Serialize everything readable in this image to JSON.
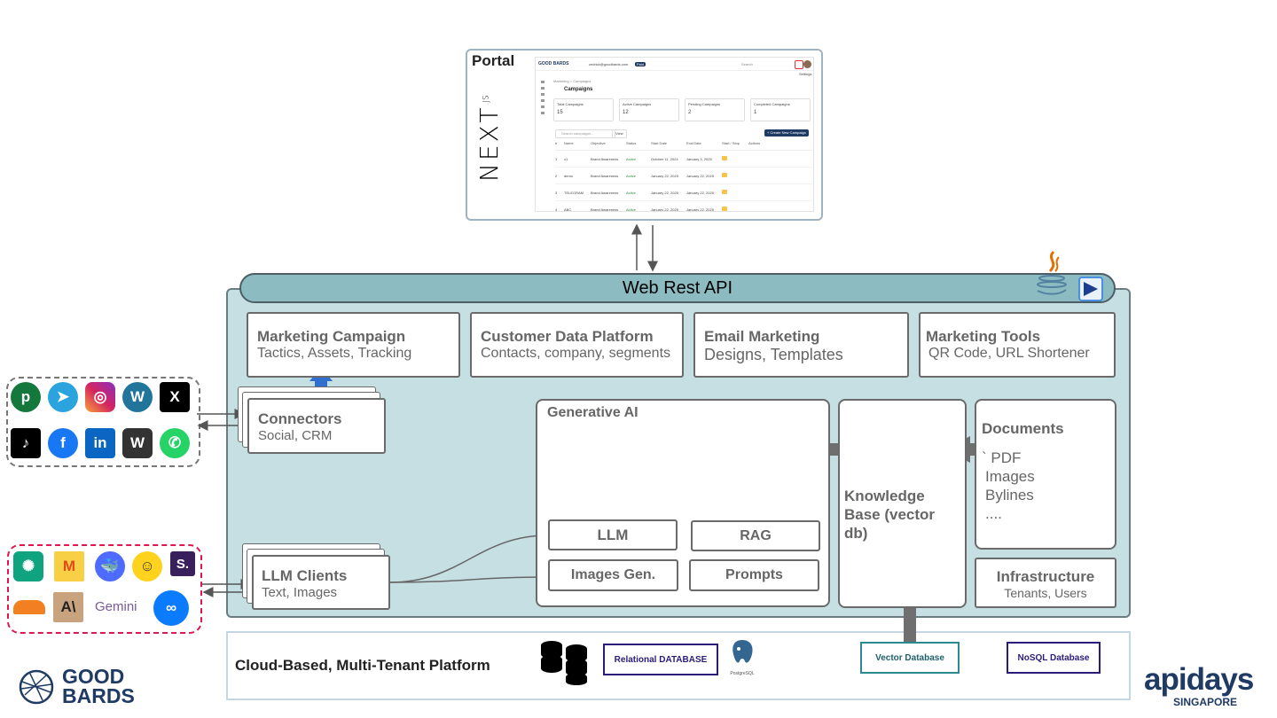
{
  "portal": {
    "title": "Portal",
    "framework": "NEXT",
    "framework_suffix": ".JS",
    "screenshot": {
      "brand": "GOOD BARDS",
      "email": "cedrick@goodbards.com",
      "badge": "Paid",
      "search": "Search",
      "settings": "Settings",
      "breadcrumb": "Marketing  >  Campaigns",
      "page_title": "Campaigns",
      "stats": [
        {
          "label": "Total Campaigns",
          "value": "15"
        },
        {
          "label": "Active Campaigns",
          "value": "12"
        },
        {
          "label": "Pending Campaigns",
          "value": "2"
        },
        {
          "label": "Completed Campaigns",
          "value": "1"
        }
      ],
      "search_placeholder": "Search campaigns...",
      "view_label": "View",
      "create_button": "+ Create New Campaign",
      "columns": [
        "#",
        "Name",
        "Objective",
        "Status",
        "Start Date",
        "End Date",
        "Start / Stop",
        "Actions"
      ],
      "rows": [
        [
          "1",
          "x1",
          "Brand Awareness",
          "Active",
          "October 11, 2024",
          "January 3, 2025"
        ],
        [
          "2",
          "demo",
          "Brand Awareness",
          "Active",
          "January 22, 2025",
          "January 22, 2025"
        ],
        [
          "3",
          "TELEGRAM",
          "Brand Awareness",
          "Active",
          "January 22, 2025",
          "January 22, 2025"
        ],
        [
          "4",
          "ABC",
          "Brand Awareness",
          "Active",
          "January 22, 2025",
          "January 22, 2025"
        ]
      ]
    }
  },
  "api": {
    "label": "Web Rest API"
  },
  "modules": [
    {
      "title": "Marketing Campaign",
      "subtitle": "Tactics, Assets, Tracking"
    },
    {
      "title": "Customer Data Platform",
      "subtitle": "Contacts, company, segments"
    },
    {
      "title": "Email Marketing",
      "subtitle": "Designs, Templates"
    },
    {
      "title": "Marketing Tools",
      "subtitle": "QR Code, URL Shortener"
    }
  ],
  "connectors": {
    "title": "Connectors",
    "subtitle": "Social, CRM"
  },
  "llm_clients": {
    "title": "LLM Clients",
    "subtitle": "Text, Images"
  },
  "generative_ai": {
    "title": "Generative AI",
    "items": [
      "LLM",
      "RAG",
      "Images Gen.",
      "Prompts"
    ]
  },
  "knowledge_base": {
    "title": "Knowledge Base (vector db)"
  },
  "documents": {
    "title": "Documents",
    "items": [
      "` PDF",
      "Images",
      "Bylines",
      "...."
    ]
  },
  "infrastructure": {
    "title": "Infrastructure",
    "subtitle": "Tenants, Users"
  },
  "cloud": {
    "title": "Cloud-Based, Multi-Tenant Platform",
    "relational": "Relational DATABASE",
    "postgres_caption": "PostgreSQL",
    "vector": "Vector Database",
    "nosql": "NoSQL Database"
  },
  "social_icons": [
    "pinterest-icon",
    "telegram-icon",
    "instagram-icon",
    "wordpress-icon",
    "x-icon",
    "tiktok-icon",
    "facebook-icon",
    "linkedin-icon",
    "wordpress-dark-icon",
    "whatsapp-icon"
  ],
  "llm_icons": {
    "names": [
      "openai-icon",
      "mistral-icon",
      "deepseek-icon",
      "huggingface-icon",
      "perplexity-icon",
      "cloudflare-icon",
      "anthropic-icon",
      "gemini-icon",
      "meta-icon"
    ],
    "gemini_text": "Gemini"
  },
  "logos": {
    "goodbards_line1": "GOOD",
    "goodbards_line2": "BARDS",
    "apidays": "apidays",
    "apidays_sub": "SINGAPORE"
  },
  "colors": {
    "platform_bg": "#c5dfe3",
    "api_bar": "#8cbcc2",
    "vector_border": "#2a8a8f",
    "relational_border": "#2d1b7c",
    "llm_dash": "#e0174e",
    "goodbards": "#1f3a63"
  }
}
